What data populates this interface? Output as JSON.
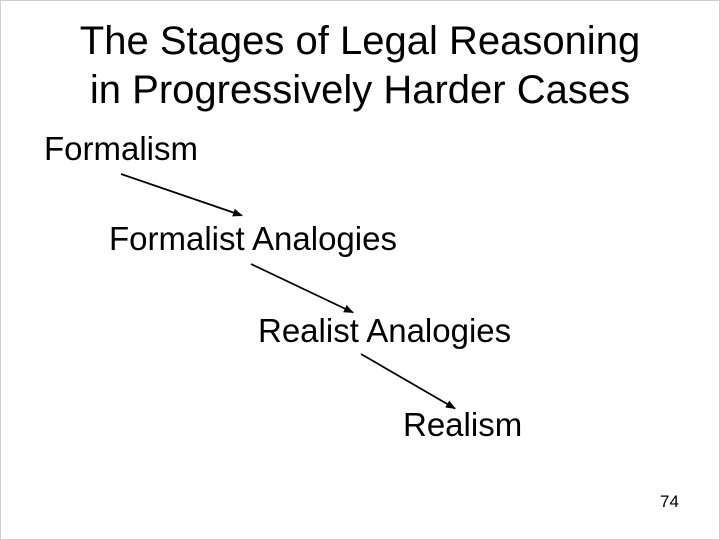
{
  "slide": {
    "title_line1": "The Stages of Legal Reasoning",
    "title_line2": "in Progressively Harder Cases",
    "page_number": "74",
    "colors": {
      "background": "#ffffff",
      "text": "#000000",
      "arrow": "#000000",
      "edge_border": "#cfcfcf"
    }
  },
  "stages": [
    {
      "label": "Formalism"
    },
    {
      "label": "Formalist Analogies"
    },
    {
      "label": "Realist Analogies"
    },
    {
      "label": "Realism"
    }
  ],
  "connections": [
    {
      "from": "Formalism",
      "to": "Formalist Analogies"
    },
    {
      "from": "Formalist Analogies",
      "to": "Realist Analogies"
    },
    {
      "from": "Realist Analogies",
      "to": "Realism"
    }
  ]
}
